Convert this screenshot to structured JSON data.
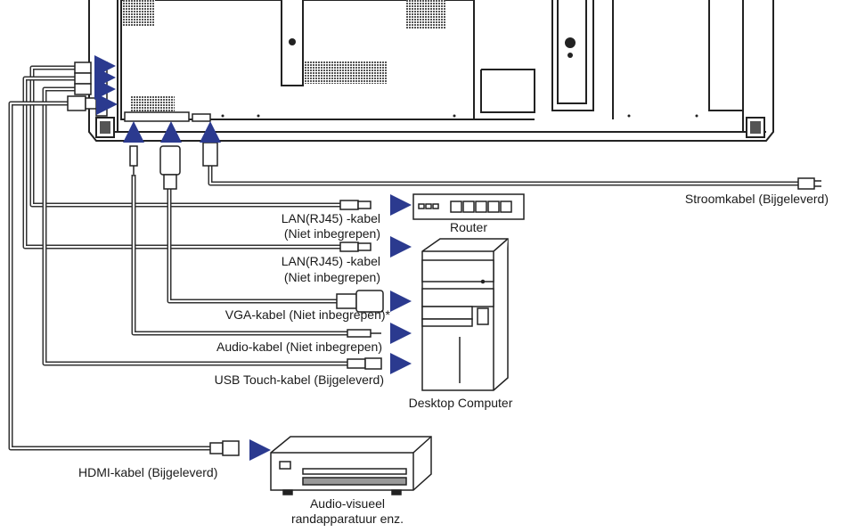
{
  "labels": {
    "power_cable": "Stroomkabel (Bijgeleverd)",
    "lan_cable_1": "LAN(RJ45) -kabel",
    "lan_cable_1_note": "(Niet inbegrepen)",
    "router": "Router",
    "lan_cable_2": "LAN(RJ45) -kabel",
    "lan_cable_2_note": "(Niet inbegrepen)",
    "vga_cable": "VGA-kabel (Niet inbegrepen)*",
    "audio_cable": "Audio-kabel (Niet inbegrepen)",
    "usb_touch_cable": "USB Touch-kabel (Bijgeleverd)",
    "desktop_computer": "Desktop Computer",
    "hdmi_cable": "HDMI-kabel (Bijgeleverd)",
    "av_device_line1": "Audio-visueel",
    "av_device_line2": "randapparatuur enz."
  },
  "colors": {
    "arrow": "#2b3a8f",
    "line": "#333333",
    "cable_gray": "#9a9a9a",
    "panel_fill": "#ffffff"
  }
}
